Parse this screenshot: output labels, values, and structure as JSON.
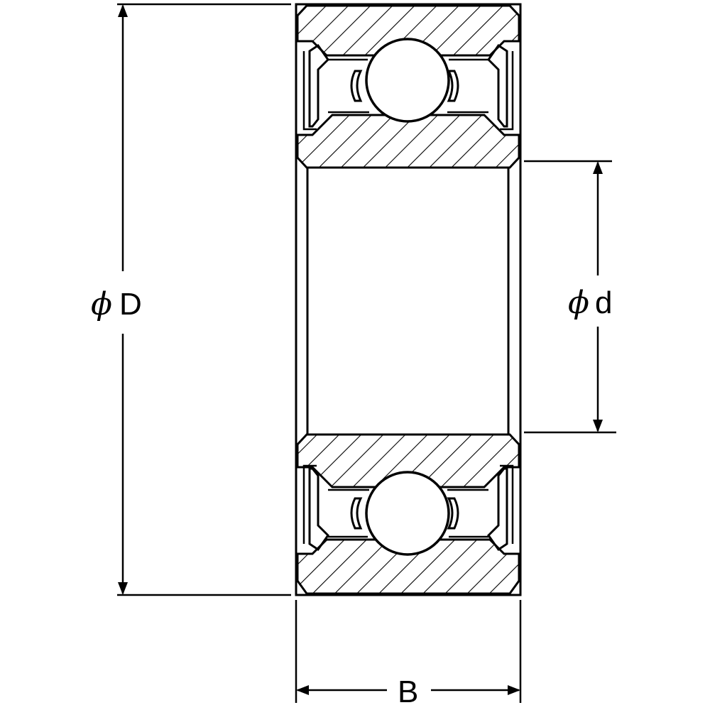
{
  "labels": {
    "outer_diameter_symbol": "ϕ",
    "outer_diameter_letter": "D",
    "inner_diameter_symbol": "ϕ",
    "inner_diameter_letter": "d",
    "width_letter": "B"
  },
  "colors": {
    "line": "#000000",
    "background": "#ffffff"
  }
}
